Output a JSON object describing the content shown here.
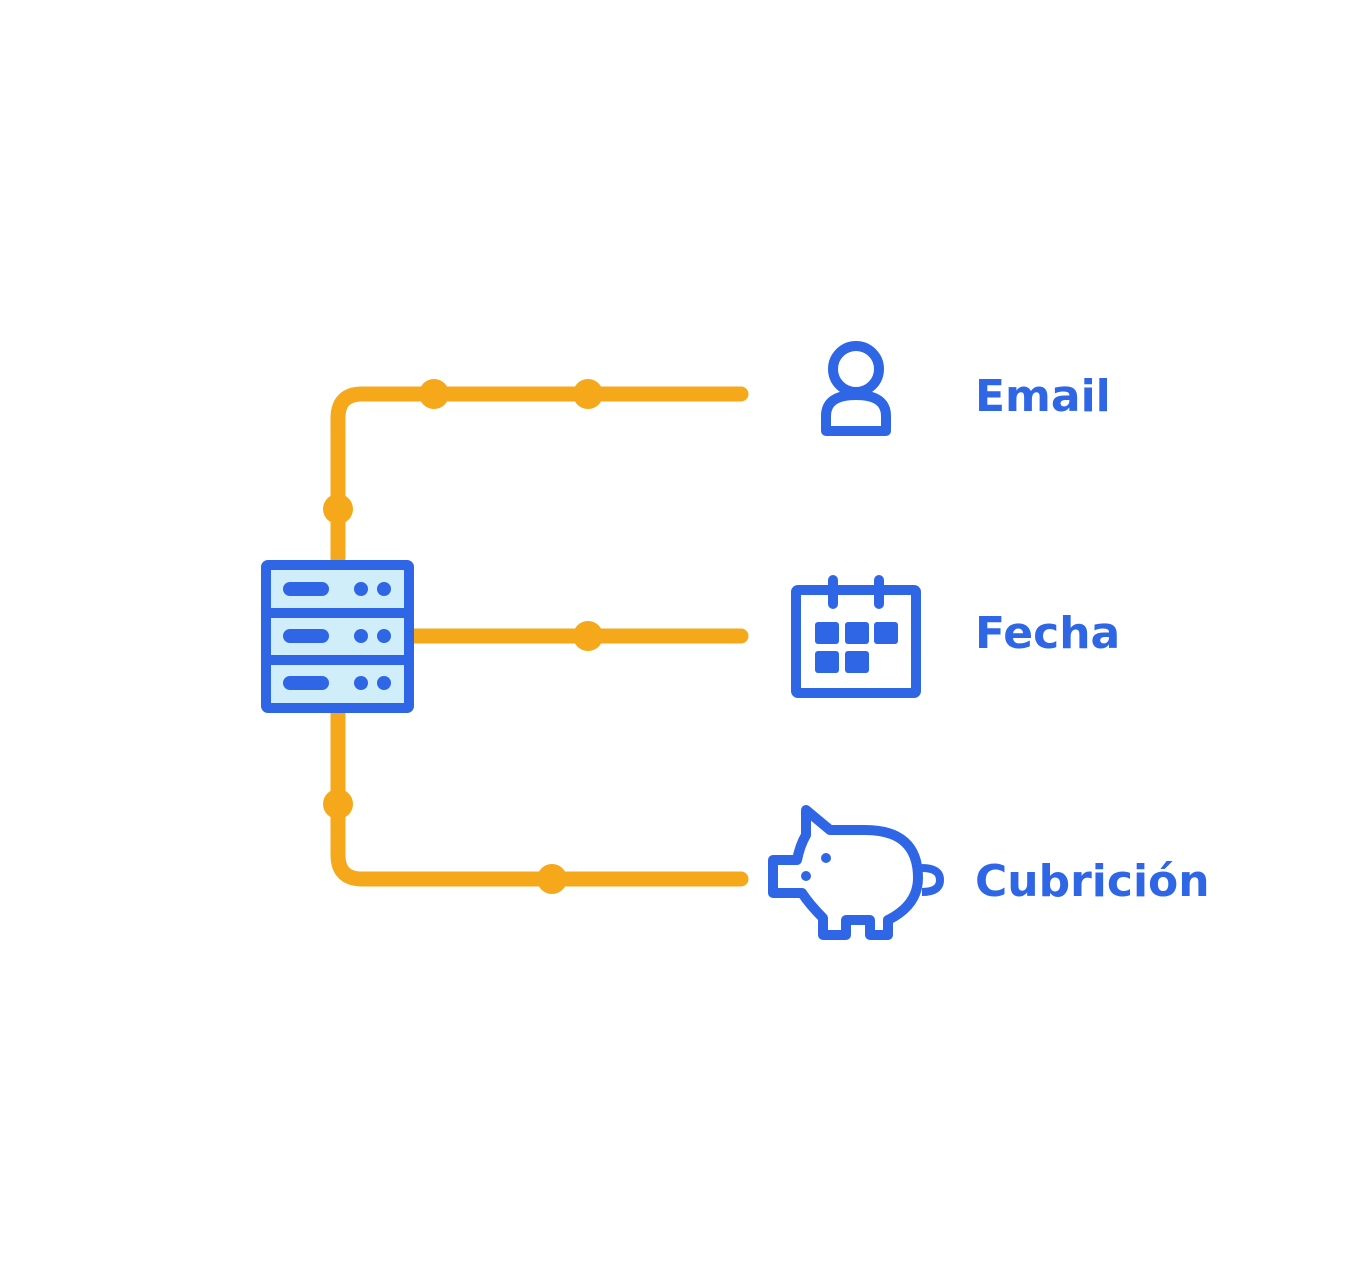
{
  "colors": {
    "accent": "#2e66e6",
    "connector": "#f6a81b",
    "server_fill": "#cfeefa",
    "background": "#ffffff"
  },
  "hub": {
    "icon": "server-icon"
  },
  "branches": [
    {
      "label": "Email",
      "icon": "user-icon"
    },
    {
      "label": "Fecha",
      "icon": "calendar-icon"
    },
    {
      "label": "Cubrición",
      "icon": "piggy-bank-icon"
    }
  ]
}
